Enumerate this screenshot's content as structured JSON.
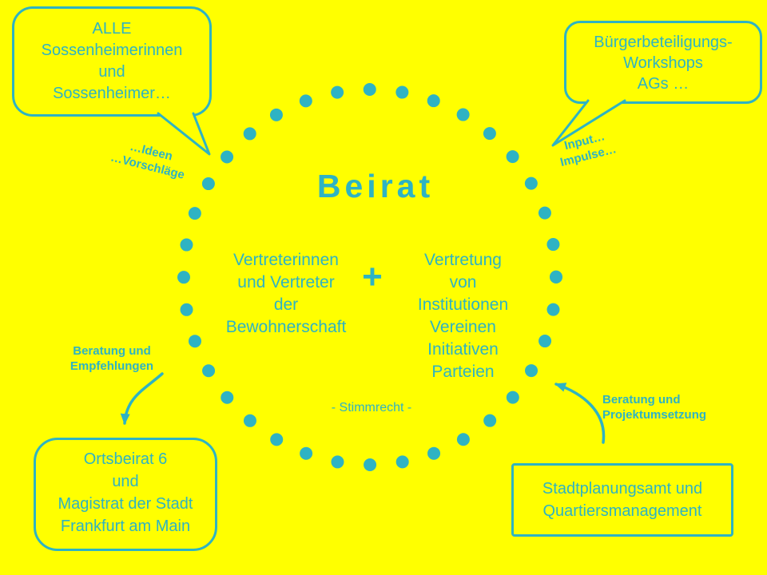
{
  "colors": {
    "background": "#ffff00",
    "accent": "#2eb3c3"
  },
  "diagram": {
    "title": "Beirat",
    "plus_sign": "+",
    "voting_note": "- Stimmrecht -",
    "left_group_lines": [
      "Vertreterinnen",
      "und Vertreter",
      "der",
      "Bewohnerschaft"
    ],
    "right_group_lines": [
      "Vertretung",
      "von",
      "Institutionen",
      "Vereinen",
      "Initiativen",
      "Parteien"
    ]
  },
  "bubbles": {
    "top_left_lines": [
      "ALLE",
      "Sossenheimerinnen",
      "und",
      "Sossenheimer…"
    ],
    "top_right_lines": [
      "Bürgerbeteiligungs-",
      "Workshops",
      "AGs …"
    ],
    "bottom_left_lines": [
      "Ortsbeirat 6",
      "und",
      "Magistrat der Stadt",
      "Frankfurt am Main"
    ],
    "bottom_right_lines": [
      "Stadtplanungsamt und",
      "Quartiersmanagement"
    ]
  },
  "labels": {
    "ideas_lines": [
      "…Ideen",
      "…Vorschläge"
    ],
    "input_lines": [
      "Input…",
      "Impulse…"
    ],
    "advice_left_lines": [
      "Beratung und",
      "Empfehlungen"
    ],
    "advice_right_lines": [
      "Beratung und",
      "Projektumsetzung"
    ]
  }
}
